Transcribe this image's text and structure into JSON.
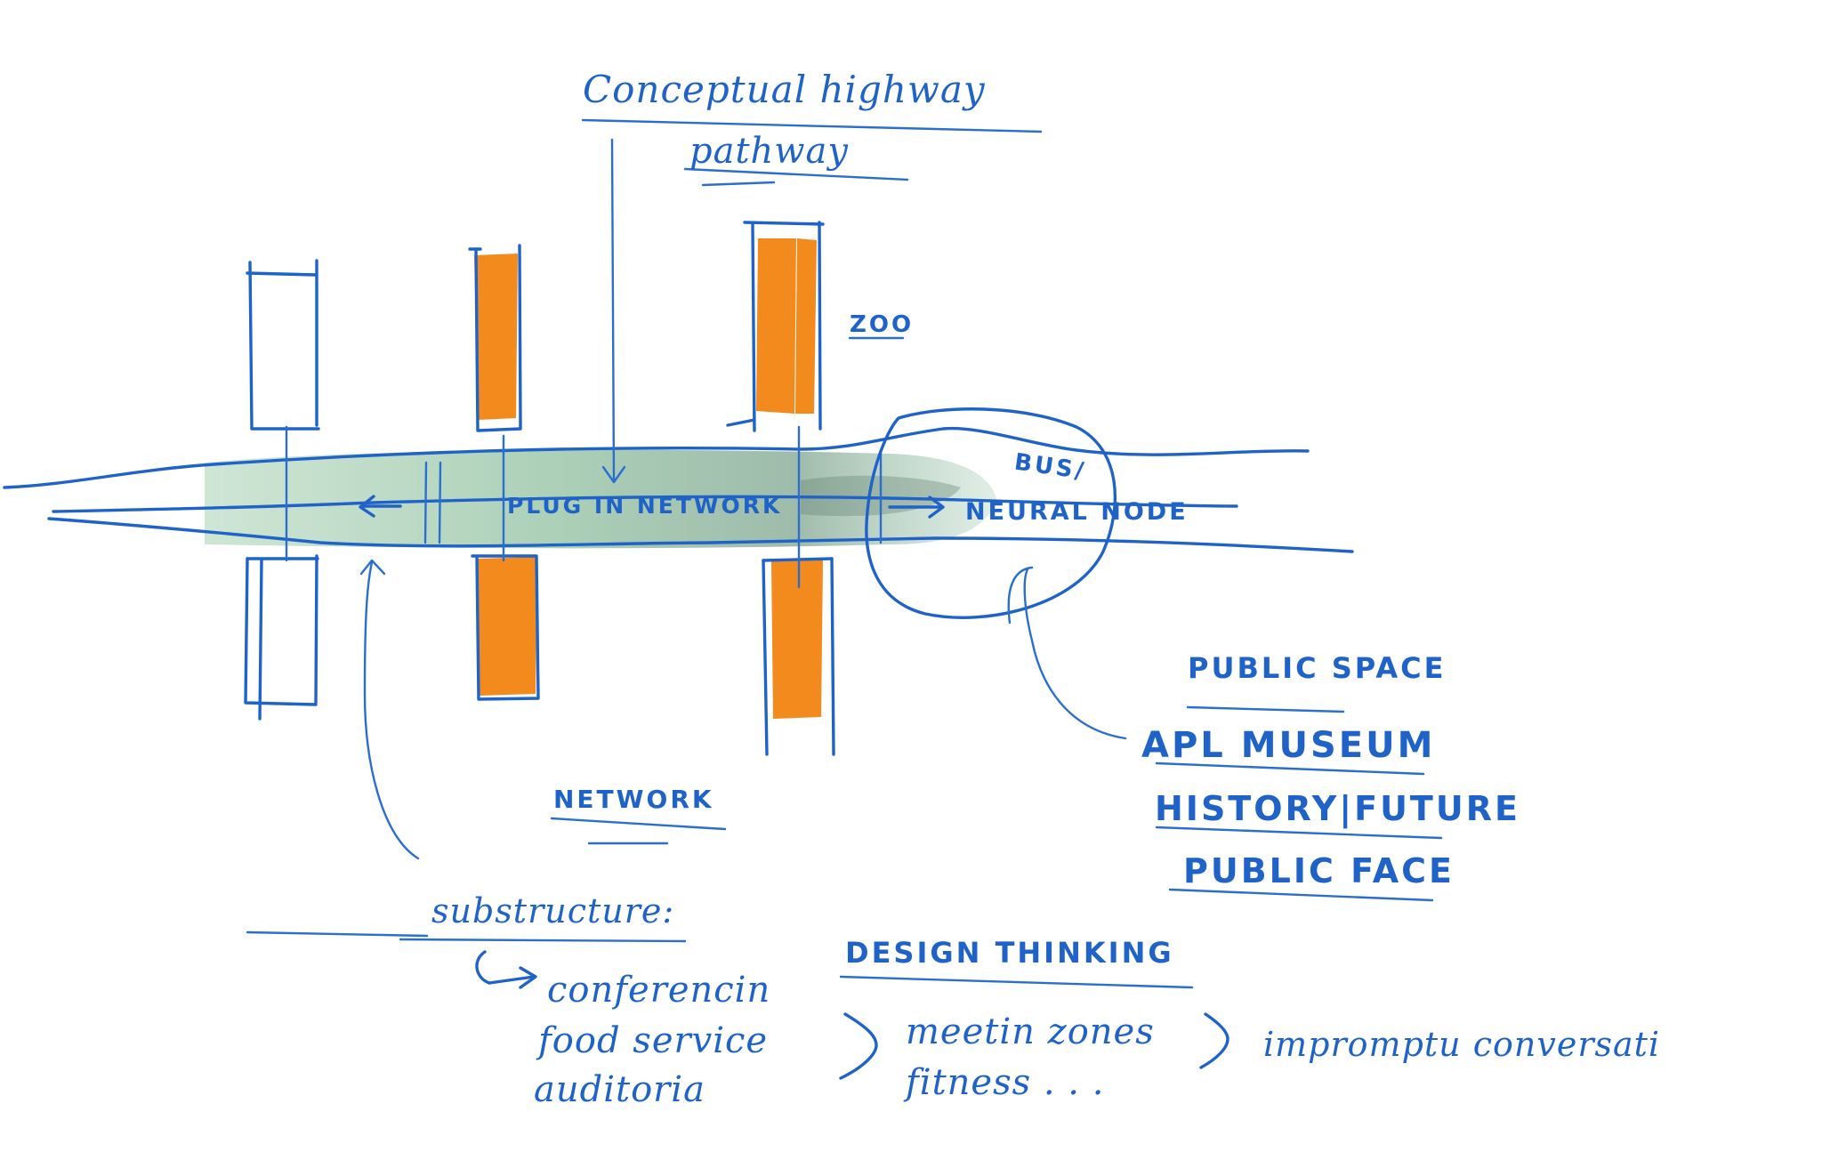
{
  "title": {
    "line1": "Conceptual highway",
    "line2": "pathway"
  },
  "labels": {
    "zoo": "ZOO",
    "plug_in_network": "PLUG IN NETWORK",
    "bus": "BUS/",
    "neural_node": "NEURAL NODE",
    "network": "NETWORK",
    "public_space": "PUBLIC SPACE",
    "apl_museum": "APL MUSEUM",
    "history_future": "HISTORY|FUTURE",
    "public_face": "PUBLIC FACE",
    "substructure": "substructure:",
    "design_thinking": "DESIGN THINKING",
    "conferencing": "conferencin",
    "food_service": "food service",
    "auditoria": "auditoria",
    "meeting_zones": "meetin zones",
    "fitness": "fitness . . .",
    "impromptu": "impromptu conversati"
  },
  "colors": {
    "ink": "#1f63c9",
    "highlight_orange": "#f28a1e",
    "wash_green": "#8fbf9f"
  }
}
